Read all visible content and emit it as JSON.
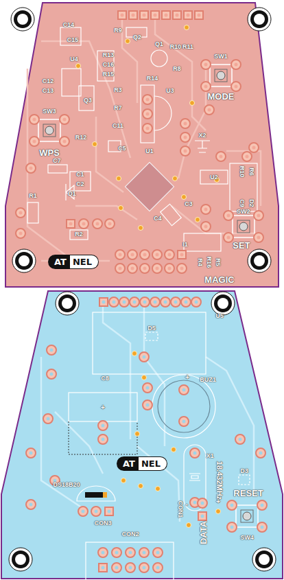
{
  "diagram": {
    "nodes": [
      {
        "text": [
          "AT",
          "NEL"
        ]
      },
      {
        "text": [
          "AT",
          "NEL"
        ]
      }
    ],
    "labels": [
      "C14",
      "C15",
      "R9",
      "Q2",
      "Q1",
      "R10",
      "R11",
      "R13",
      "C16",
      "R15",
      "R8",
      "R14",
      "U4",
      "C12",
      "C13",
      "R3",
      "U3",
      "SW1",
      "MODE",
      "Q3",
      "R7",
      "C11",
      "SW3",
      "WPS",
      "R12",
      "C5",
      "U1",
      "X2",
      "C7",
      "C1",
      "C2",
      "D1",
      "R1",
      "R10",
      "R6",
      "U2",
      "C9",
      "D2",
      "C3",
      "SW2",
      "C4",
      "SET",
      "R2",
      "I1",
      "R4",
      "R16",
      "R5",
      "MAGIC",
      "U5",
      "D5",
      "+",
      "BUZ1",
      "C8",
      "+",
      "X1",
      "18.432MHz",
      "D3",
      "RESET",
      "DS18B20",
      "CON3",
      "CON1",
      "-",
      "+",
      "DATA",
      "SW4",
      "CON2"
    ]
  }
}
